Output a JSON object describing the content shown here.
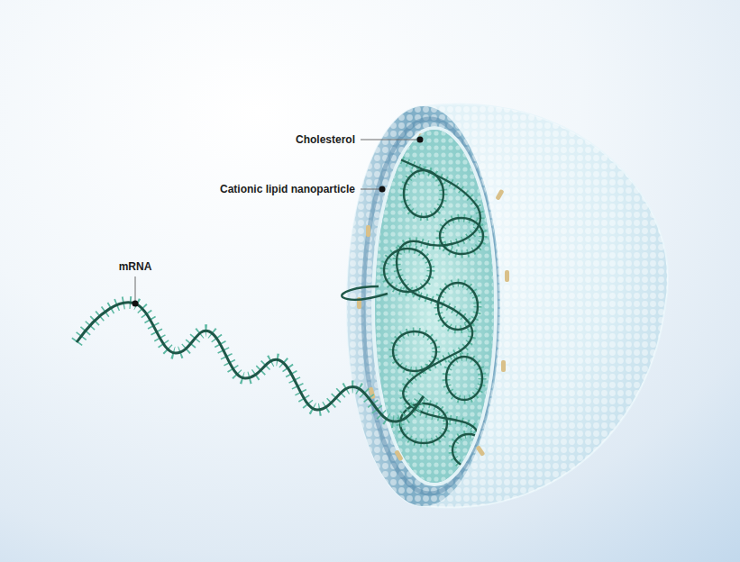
{
  "diagram": {
    "labels": [
      "Cholesterol",
      "Cationic lipid nanoparticle",
      "mRNA"
    ]
  }
}
